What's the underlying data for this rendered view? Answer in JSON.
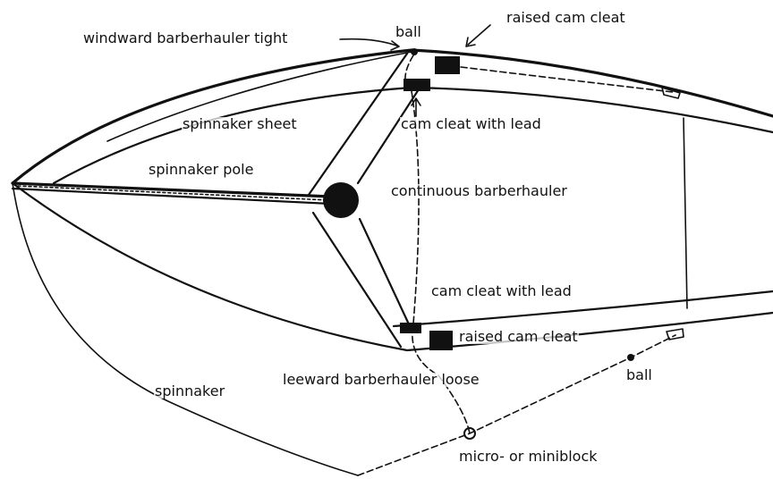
{
  "labels": {
    "windward_barberhauler": "windward barberhauler tight",
    "ball_top": "ball",
    "raised_cam_cleat_top": "raised cam cleat",
    "spinnaker_sheet": "spinnaker sheet",
    "cam_cleat_lead_top": "cam cleat with lead",
    "spinnaker_pole": "spinnaker pole",
    "continuous_barberhauler": "continuous barberhauler",
    "cam_cleat_lead_bottom": "cam cleat with lead",
    "raised_cam_cleat_bottom": "raised cam cleat",
    "leeward_barberhauler": "leeward barberhauler loose",
    "ball_bottom": "ball",
    "spinnaker": "spinnaker",
    "block": "micro- or miniblock"
  },
  "colors": {
    "ink": "#111111",
    "background": "#ffffff"
  }
}
